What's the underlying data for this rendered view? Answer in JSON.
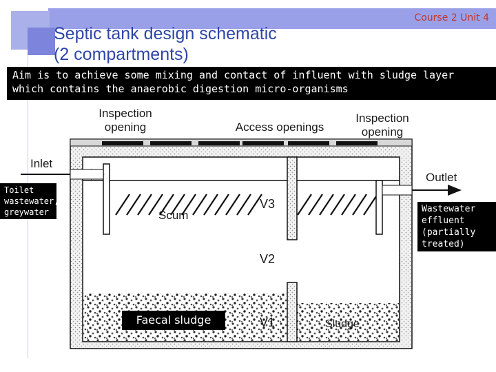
{
  "header": {
    "course": "Course 2 Unit 4",
    "title": "Septic tank design schematic\n(2 compartments)",
    "aim": "Aim is to achieve some mixing and contact of influent with sludge layer which contains the anaerobic digestion micro-organisms"
  },
  "diagram": {
    "inspection_left": [
      "Inspection",
      "opening"
    ],
    "inspection_right": [
      "Inspection",
      "opening"
    ],
    "access_openings": "Access openings",
    "inlet": "Inlet",
    "outlet": "Outlet",
    "scum": "Scum",
    "v3": "V3",
    "v2": "V2",
    "v1": "V1",
    "sludge": "Sludge"
  },
  "labels": {
    "toilet": "Toilet wastewater, greywater",
    "effluent": "Wastewater effluent (partially treated)",
    "faecal": "Faecal sludge"
  },
  "colors": {
    "accent_blue": "#9aa0e8",
    "title_blue": "#2e46a8",
    "course_red": "#c0392b"
  }
}
